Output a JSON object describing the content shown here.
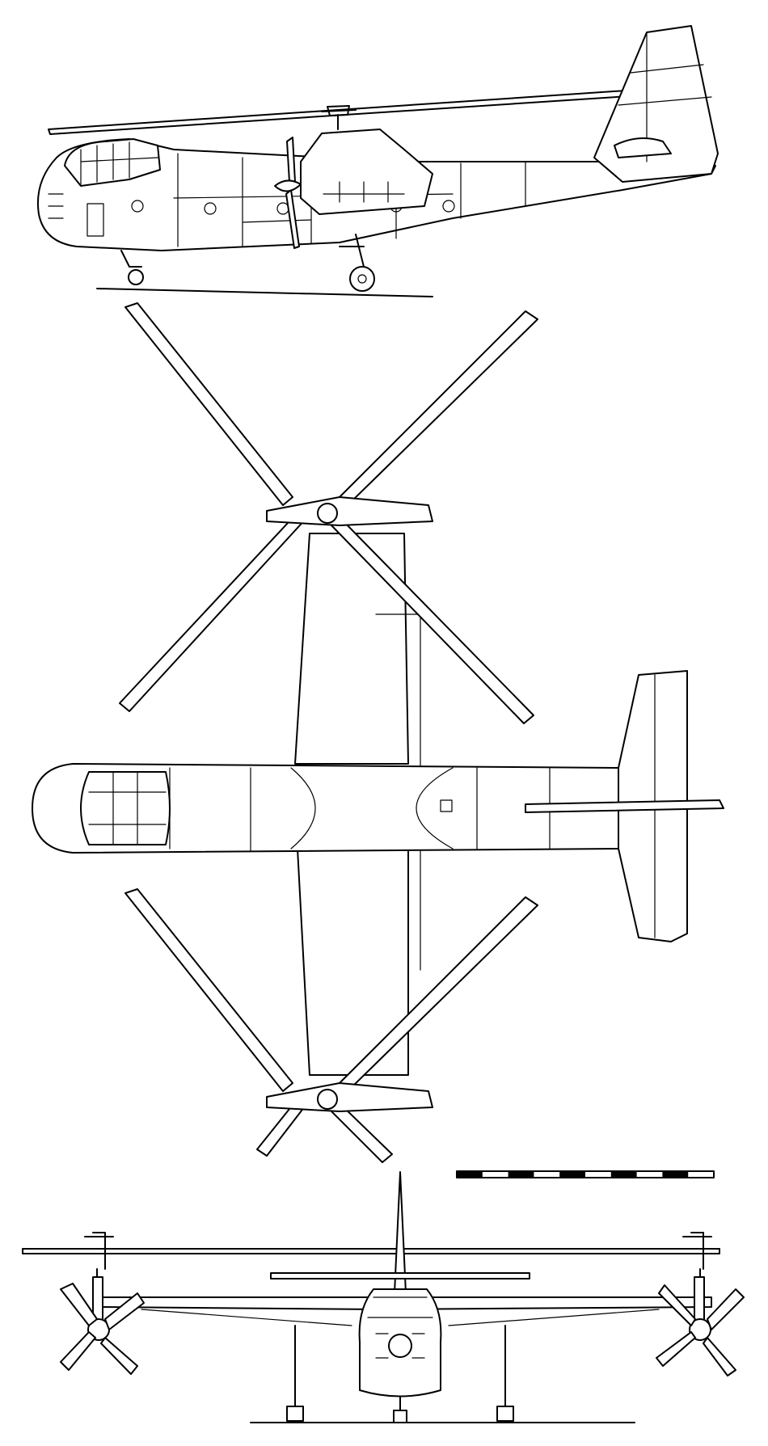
{
  "figure": {
    "views": [
      "side-view",
      "top-view",
      "front-view"
    ],
    "scale_bar": {
      "segments": 10
    },
    "colors": {
      "ink": "#000000",
      "paper": "#ffffff"
    }
  }
}
